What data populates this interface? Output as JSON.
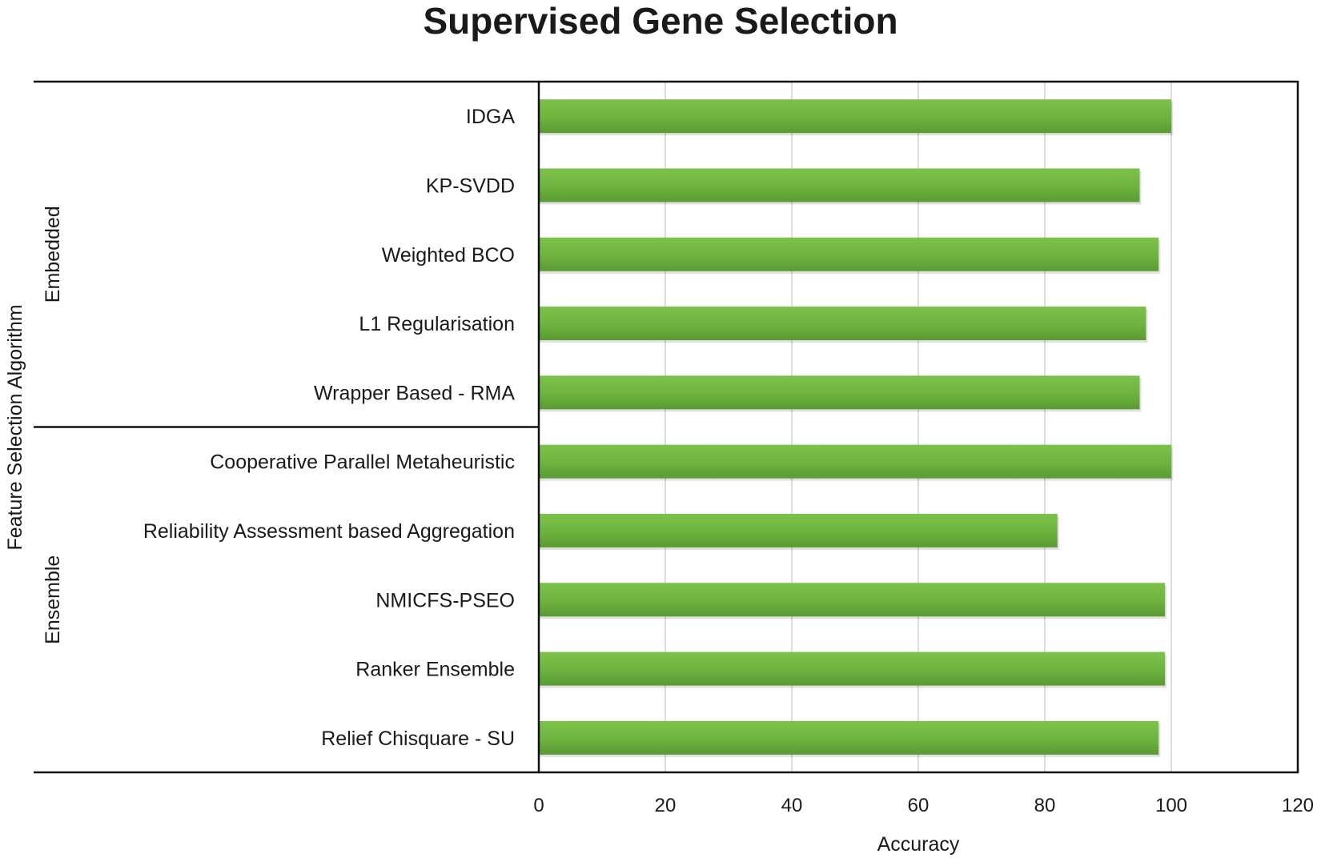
{
  "chart_data": {
    "type": "bar",
    "orientation": "horizontal",
    "title": "Supervised Gene Selection",
    "xlabel": "Accuracy",
    "ylabel": "Feature Selection Algorithm",
    "xlim": [
      0,
      120
    ],
    "xticks": [
      0,
      20,
      40,
      60,
      80,
      100,
      120
    ],
    "grid": "vertical",
    "bar_color": "#6db33f",
    "groups": [
      {
        "name": "Embedded",
        "categories": [
          "IDGA",
          "KP-SVDD",
          "Weighted BCO",
          "L1 Regularisation",
          "Wrapper Based - RMA"
        ],
        "values": [
          100,
          95,
          98,
          96,
          95
        ]
      },
      {
        "name": "Ensemble",
        "categories": [
          "Cooperative Parallel Metaheuristic",
          "Reliability Assessment based Aggregation",
          "NMICFS-PSEO",
          "Ranker Ensemble",
          "Relief Chisquare - SU"
        ],
        "values": [
          100,
          82,
          99,
          99,
          98
        ]
      }
    ]
  }
}
